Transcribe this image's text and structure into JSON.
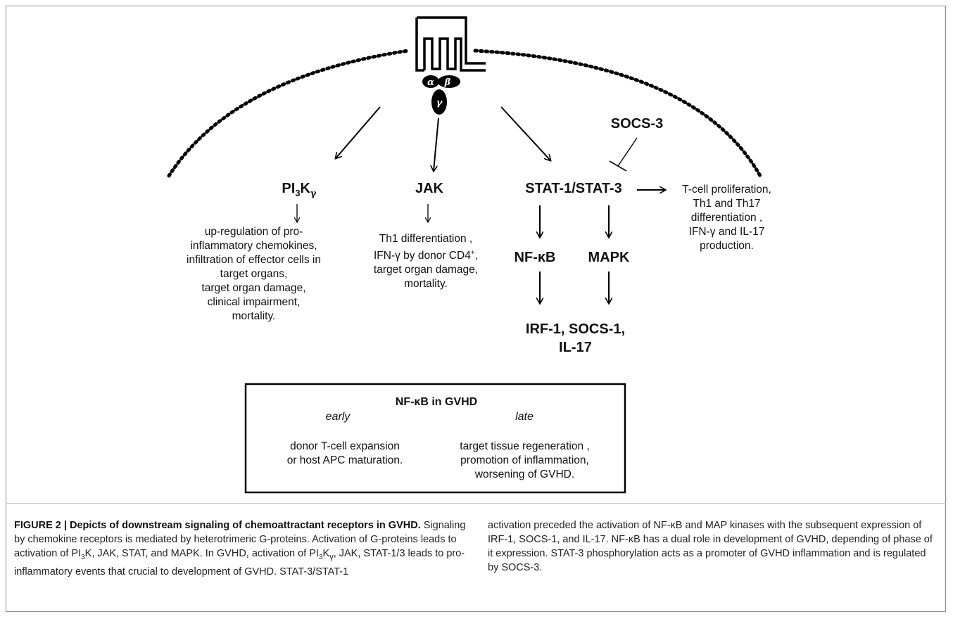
{
  "diagram": {
    "g_protein": {
      "alpha": "α",
      "beta": "β",
      "gamma": "γ"
    },
    "nodes": {
      "pi3k_main": "PI",
      "pi3k_sub": "3",
      "pi3k_k": "K",
      "pi3k_gamma": "γ",
      "jak": "JAK",
      "stat": "STAT-1/STAT-3",
      "socs3": "SOCS-3",
      "nfkb": "NF-κB",
      "mapk": "MAPK",
      "targets_line1": "IRF-1, SOCS-1,",
      "targets_line2": "IL-17"
    },
    "effects": {
      "pi3k": [
        "up-regulation of pro-",
        "inflammatory chemokines,",
        "infiltration of effector cells in",
        "target organs,",
        "target organ damage,",
        "clinical impairment,",
        "mortality."
      ],
      "jak_l1": "Th1 differentiation ,",
      "jak_l2": "IFN-γ by donor CD4",
      "jak_l2_sup": "+",
      "jak_l2_end": ",",
      "jak_l3": "target organ damage,",
      "jak_l4": "mortality.",
      "stat": [
        "T-cell proliferation,",
        "Th1 and Th17",
        "differentiation ,",
        "IFN-γ and IL-17",
        "production."
      ]
    },
    "box": {
      "title": "NF-κB in GVHD",
      "early_label": "early",
      "late_label": "late",
      "early_text": [
        "donor T-cell expansion",
        "or host APC maturation."
      ],
      "late_text": [
        "target tissue regeneration ,",
        "promotion of inflammation,",
        "worsening of GVHD."
      ]
    }
  },
  "caption": {
    "label": "FIGURE 2 | Depicts of downstream signaling of chemoattractant receptors in GVHD.",
    "left_a": " Signaling by chemokine receptors is mediated by heterotrimeric G-proteins. Activation of G-proteins leads to activation of PI",
    "sub3a": "3",
    "left_b": "K, JAK, STAT, and MAPK. In GVHD, activation of PI",
    "sub3b": "3",
    "left_c": "K",
    "gamma": "γ",
    "left_d": ", JAK, STAT-1/3 leads to pro-inflammatory events that crucial to development of GVHD. STAT-3/STAT-1",
    "right": "activation preceded the activation of NF-κB and MAP kinases with the subsequent expression of IRF-1, SOCS-1, and IL-17. NF-κB has a dual role in development of GVHD, depending of phase of it expression. STAT-3 phosphorylation acts as a promoter of GVHD inflammation and is regulated by SOCS-3."
  }
}
